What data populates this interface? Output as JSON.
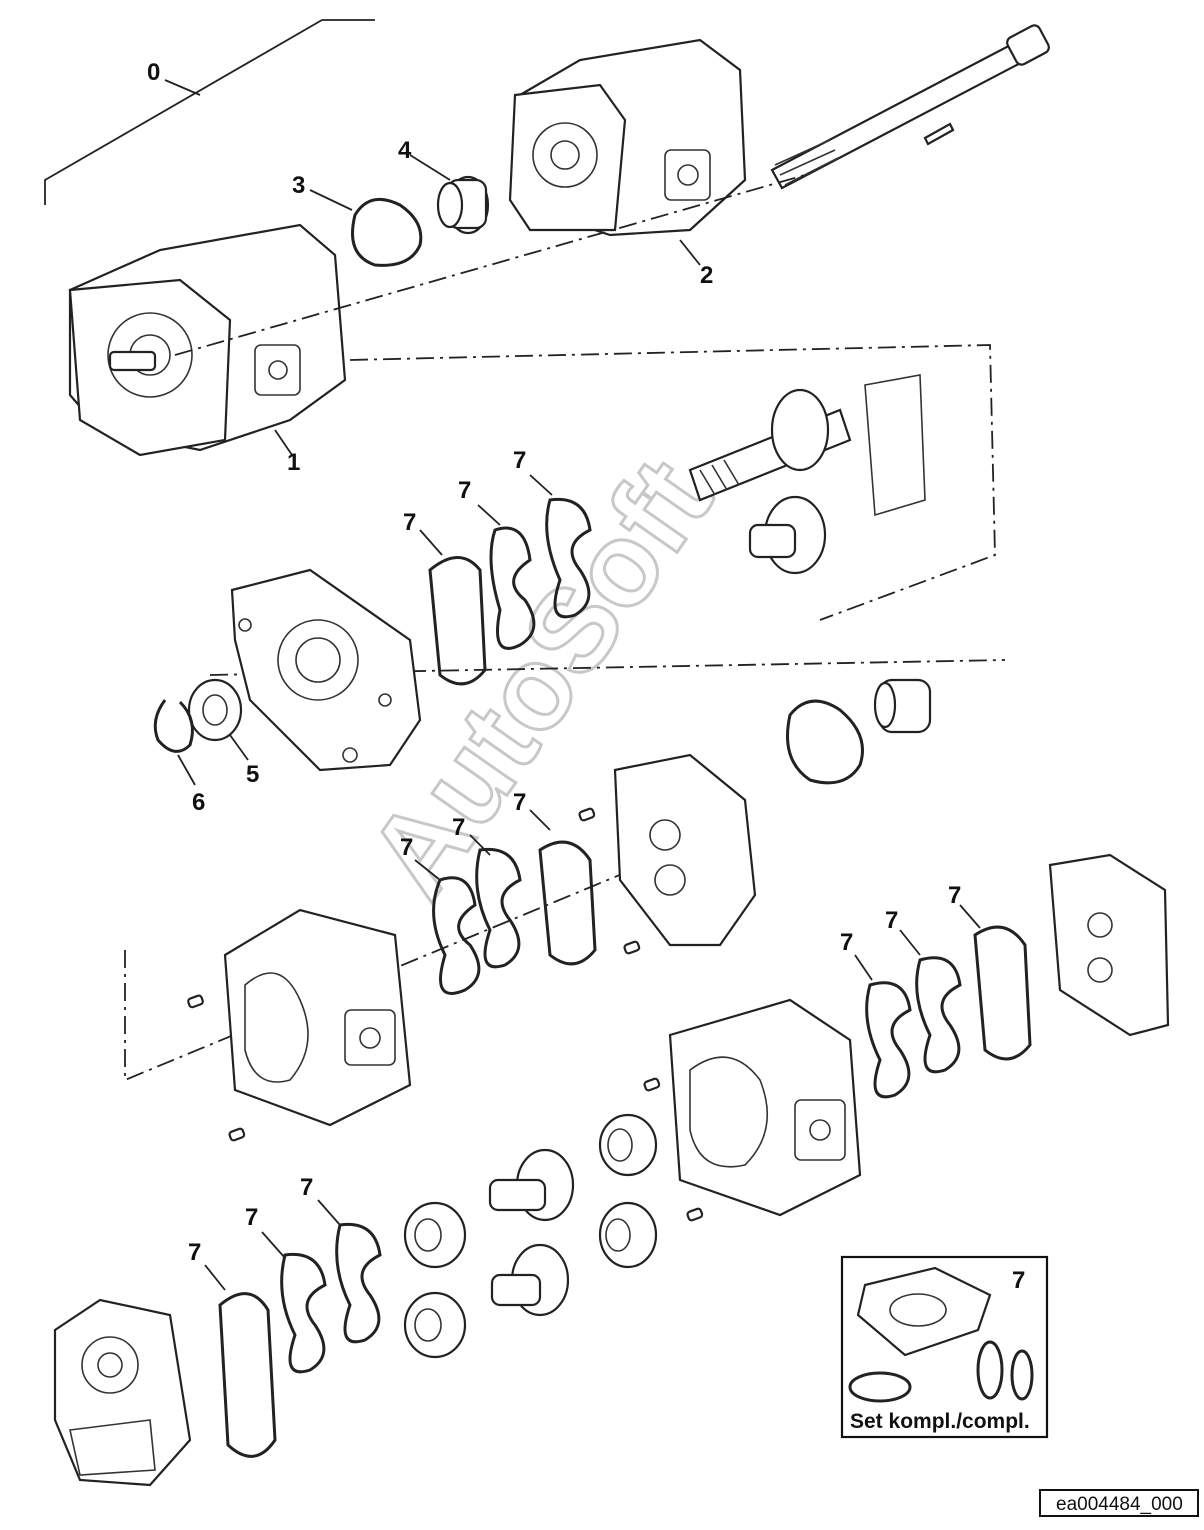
{
  "diagram": {
    "drawing_code": "ea004484_000",
    "watermark": "AutoSoft",
    "set_label": "Set kompl./compl.",
    "set_callout": "7",
    "callouts": [
      {
        "id": "c0",
        "text": "0"
      },
      {
        "id": "c1",
        "text": "1"
      },
      {
        "id": "c2",
        "text": "2"
      },
      {
        "id": "c3",
        "text": "3"
      },
      {
        "id": "c4",
        "text": "4"
      },
      {
        "id": "c5",
        "text": "5"
      },
      {
        "id": "c6",
        "text": "6"
      },
      {
        "id": "c7a",
        "text": "7"
      },
      {
        "id": "c7b",
        "text": "7"
      },
      {
        "id": "c7c",
        "text": "7"
      },
      {
        "id": "c7d",
        "text": "7"
      },
      {
        "id": "c7e",
        "text": "7"
      },
      {
        "id": "c7f",
        "text": "7"
      },
      {
        "id": "c7g",
        "text": "7"
      },
      {
        "id": "c7h",
        "text": "7"
      },
      {
        "id": "c7i",
        "text": "7"
      },
      {
        "id": "c7j",
        "text": "7"
      },
      {
        "id": "c7k",
        "text": "7"
      },
      {
        "id": "c7l",
        "text": "7"
      },
      {
        "id": "c7m",
        "text": "7"
      }
    ]
  }
}
